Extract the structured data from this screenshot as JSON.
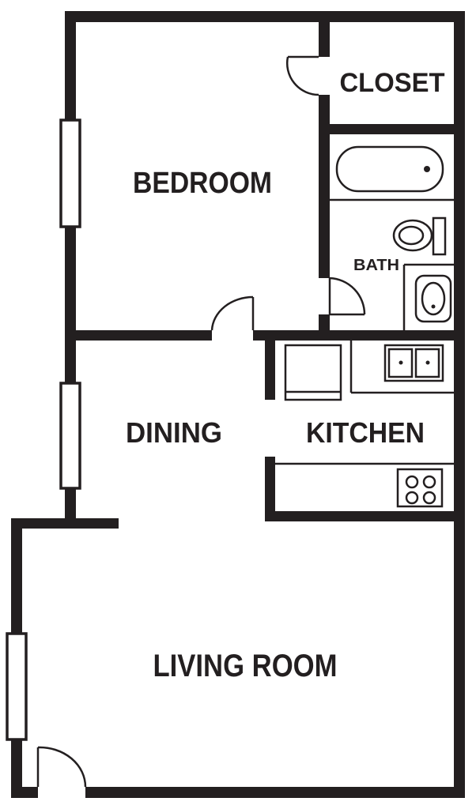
{
  "colors": {
    "wall": "#231f20",
    "background": "#ffffff"
  },
  "rooms": {
    "closet": "CLOSET",
    "bedroom": "BEDROOM",
    "bath": "BATH",
    "dining": "DINING",
    "kitchen": "KITCHEN",
    "living_room": "LIVING ROOM"
  },
  "fixtures": [
    "bathtub-icon",
    "toilet-icon",
    "sink-icon",
    "refrigerator-icon",
    "kitchen-sink-icon",
    "stove-icon"
  ]
}
